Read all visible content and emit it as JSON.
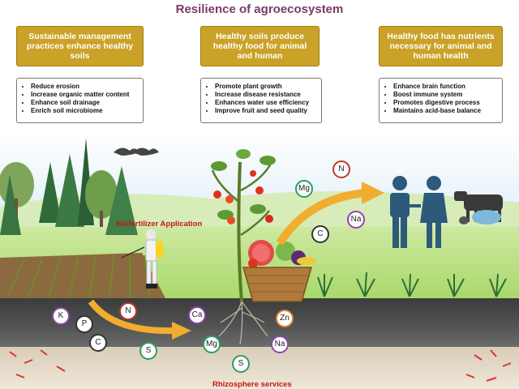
{
  "title": "Resilience of agroecosystem",
  "columns": [
    {
      "header": "Sustainable management practices enhance healthy soils",
      "bullets": [
        "Reduce erosion",
        "Increase organic matter content",
        "Enhance soil drainage",
        "Enrich soil microbiome"
      ]
    },
    {
      "header": "Healthy soils produce healthy food for animal and human",
      "bullets": [
        "Promote plant growth",
        "Increase disease resistance",
        "Enhances water use efficiency",
        "Improve fruit and seed quality"
      ]
    },
    {
      "header": "Healthy food has nutrients necessary for animal and human health",
      "bullets": [
        "Enhance brain function",
        "Boost immune system",
        "Promotes digestive process",
        "Maintains acid-base balance"
      ]
    }
  ],
  "labels": {
    "biofertilizer": "Biofertilizer Application",
    "rhizosphere": "Rhizosphere services"
  },
  "nutrients_air": [
    "N",
    "Mg",
    "Na",
    "C"
  ],
  "nutrients_soil": [
    "K",
    "N",
    "P",
    "C",
    "S",
    "Ca",
    "Mg",
    "S",
    "Zn",
    "Na"
  ],
  "colors": {
    "title": "#7a3a66",
    "header_bg": "#c9a227",
    "arrow": "#f0ad2e",
    "label_red": "#c0180e",
    "human_blue": "#2d5a7b"
  }
}
